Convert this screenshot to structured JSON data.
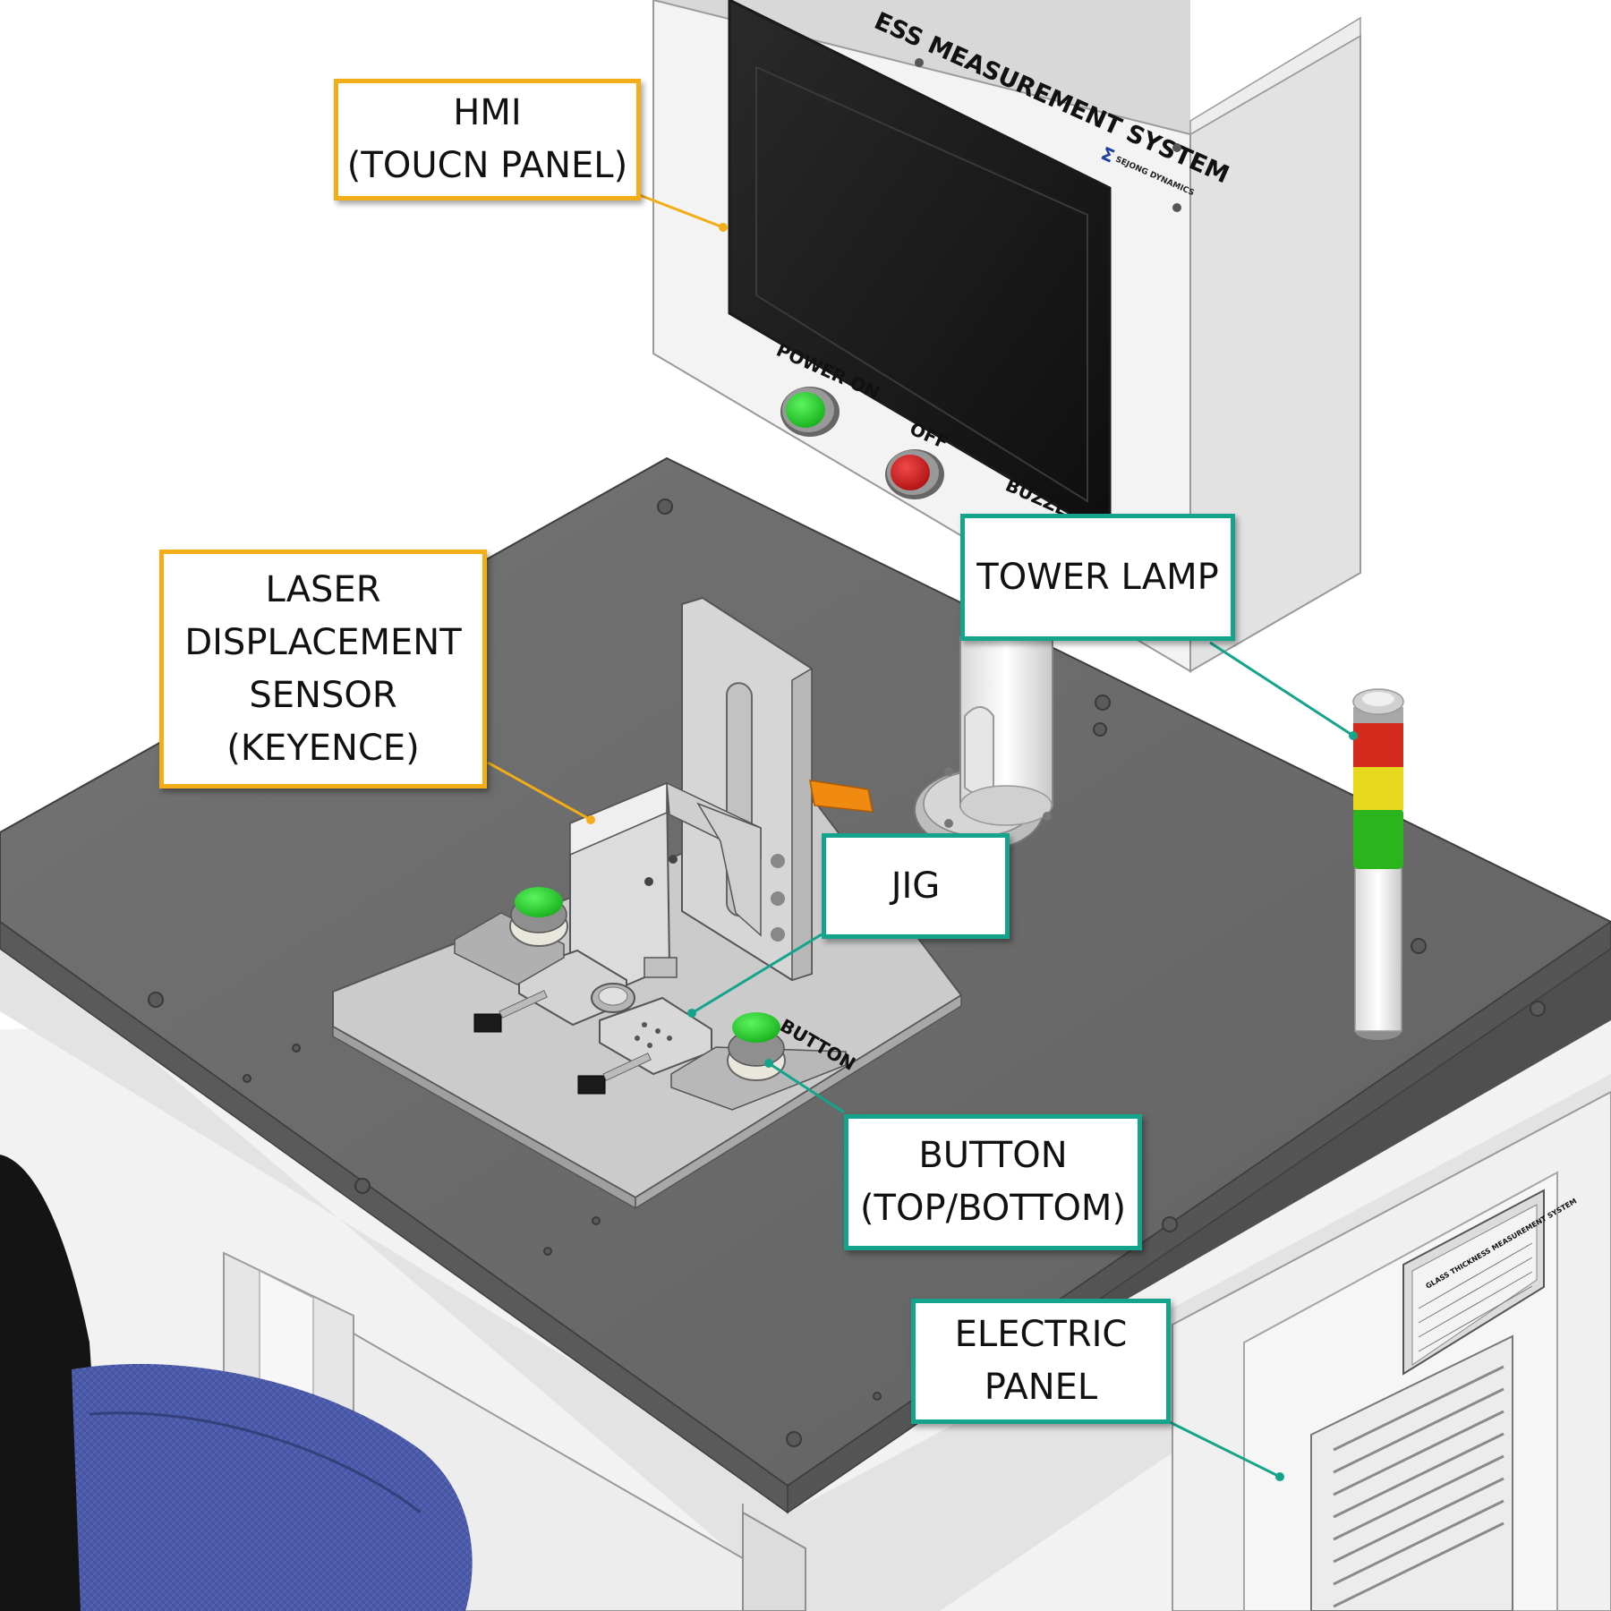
{
  "colors": {
    "orange_callout": "#f2ad17",
    "teal_callout": "#14a48c",
    "tabletop": "#6b6b6b",
    "frame": "#ececec",
    "button_green": "#23d12a",
    "button_red": "#d21a1a",
    "lamp_red": "#d42b1e",
    "lamp_yellow": "#e6d81c",
    "lamp_green": "#2bb51c",
    "chair": "#4858a6"
  },
  "enclosure": {
    "title": "GLASS MEASUREMENT SYSTEM",
    "title_visible": "ESS MEASUREMENT SYSTEM",
    "logo": "SEJONG DYNAMICS",
    "buttons": [
      "POWER ON",
      "OFF",
      "BUZZER"
    ]
  },
  "jig_label": "BUTTON",
  "nameplate": {
    "title": "GLASS THICKNESS MEASUREMENT SYSTEM"
  },
  "callouts": {
    "hmi": [
      "HMI",
      "(TOUCN PANEL)"
    ],
    "laser": [
      "LASER",
      "DISPLACEMENT",
      "SENSOR",
      "(KEYENCE)"
    ],
    "tower": [
      "TOWER LAMP"
    ],
    "jig": [
      "JIG"
    ],
    "button": [
      "BUTTON",
      "(TOP/BOTTOM)"
    ],
    "electric": [
      "ELECTRIC",
      "PANEL"
    ]
  }
}
